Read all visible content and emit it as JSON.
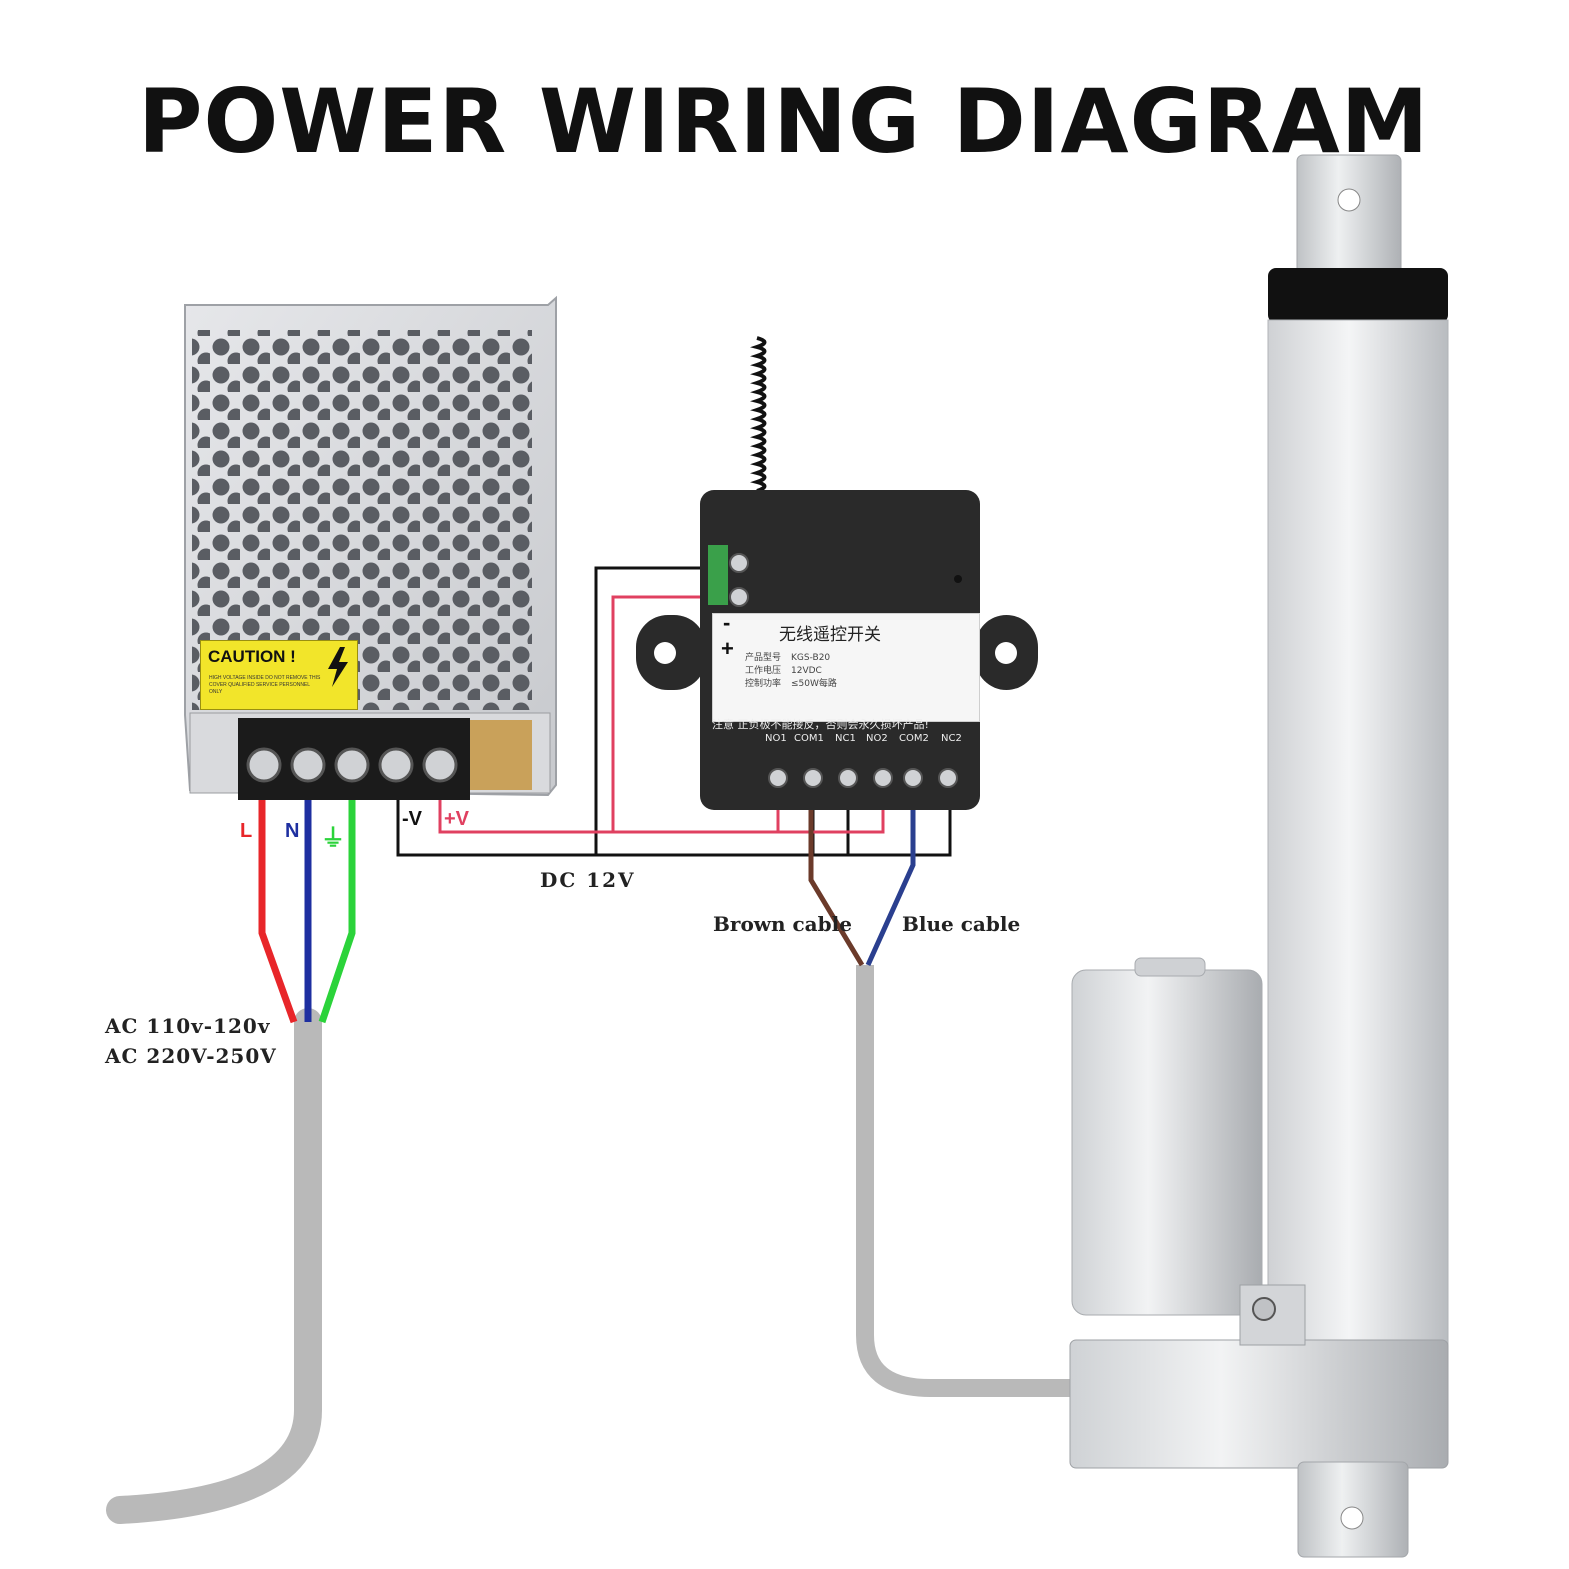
{
  "title": "POWER WIRING DIAGRAM",
  "power_supply": {
    "caution_title": "CAUTION !",
    "caution_text": "HIGH VOLTAGE INSIDE DO NOT REMOVE THIS COVER QUALIFIED SERVICE PERSONNEL ONLY",
    "terminals": {
      "live": "L",
      "neutral": "N",
      "ground": "⏚",
      "neg": "-V",
      "pos": "+V"
    }
  },
  "ac_input": {
    "line1": "AC 110v-120v",
    "line2": "AC 220V-250V"
  },
  "dc_label": "DC  12V",
  "relay": {
    "title": "无线遥控开关",
    "spec_model_label": "产品型号",
    "spec_model_value": "KGS-B20",
    "spec_voltage_label": "工作电压",
    "spec_voltage_value": "12VDC",
    "spec_power_label": "控制功率",
    "spec_power_value": "≤50W每路",
    "warning": "注意 正负极不能接反，否则会永久损坏产品!",
    "minus": "-",
    "plus": "+",
    "pins": [
      "NO1",
      "COM1",
      "NC1",
      "NO2",
      "COM2",
      "NC2"
    ]
  },
  "cables": {
    "brown": "Brown cable",
    "blue": "Blue cable"
  },
  "colors": {
    "live": "#e8262a",
    "neutral": "#1e2fa0",
    "ground": "#2bd33a",
    "positive": "#e04060",
    "negative": "#111111",
    "brown": "#6b3a2a",
    "blue": "#2a3f8f",
    "gray_cable": "#b9b9b9",
    "relay_body": "#2a2a2a",
    "psu_metal": "#d8d8dc",
    "caution": "#f2e52a"
  }
}
